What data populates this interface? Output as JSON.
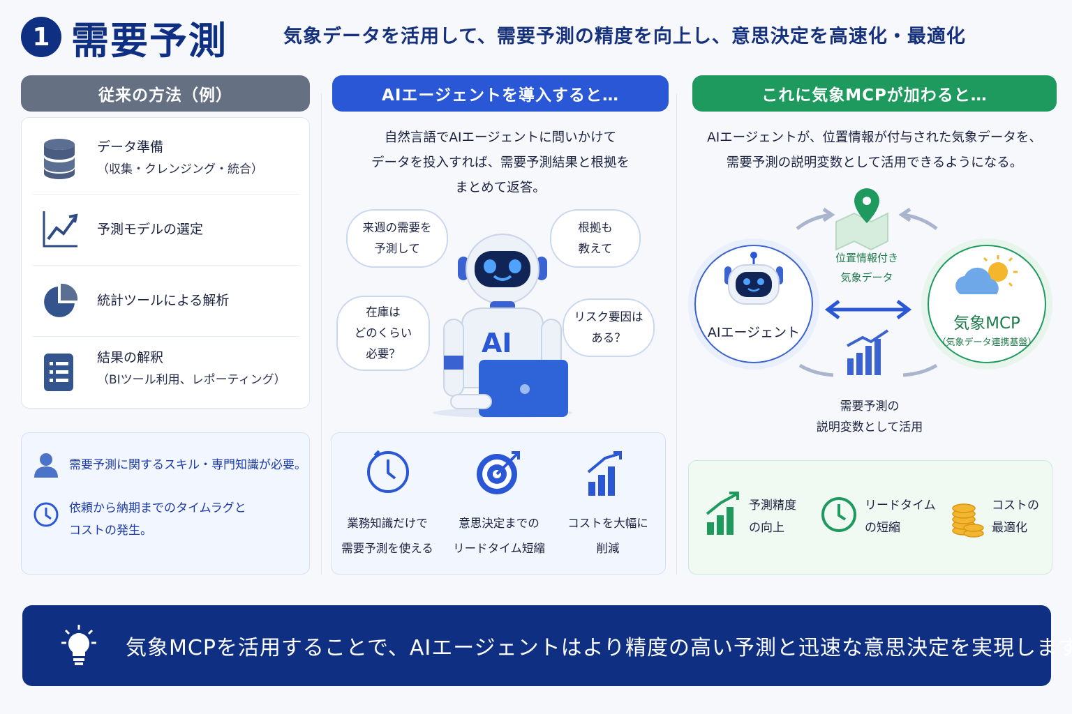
{
  "header": {
    "number": "1",
    "title": "需要予測",
    "subtitle": "気象データを活用して、需要予測の精度を向上し、意思決定を高速化・最適化"
  },
  "columns": {
    "traditional": {
      "heading": "従来の方法（例）",
      "steps": [
        {
          "icon": "database-icon",
          "line1": "データ準備",
          "line2": "（収集・クレンジング・統合）"
        },
        {
          "icon": "line-chart-icon",
          "line1": "予測モデルの選定",
          "line2": ""
        },
        {
          "icon": "pie-chart-icon",
          "line1": "統計ツールによる解析",
          "line2": ""
        },
        {
          "icon": "report-icon",
          "line1": "結果の解釈",
          "line2": "（BIツール利用、レポーティング）"
        }
      ],
      "issues": [
        {
          "icon": "person-icon",
          "text": "需要予測に関するスキル・専門知識が必要。"
        },
        {
          "icon": "clock-icon",
          "line1": "依頼から納期までのタイムラグと",
          "line2": "コストの発生。"
        }
      ]
    },
    "ai_agent": {
      "heading": "AIエージェントを導入すると…",
      "description": [
        "自然言語でAIエージェントに問いかけて",
        "データを投入すれば、需要予測結果と根拠を",
        "まとめて返答。"
      ],
      "bubbles": [
        {
          "line1": "来週の需要を",
          "line2": "予測して"
        },
        {
          "line1": "根拠も",
          "line2": "教えて"
        },
        {
          "line1": "在庫は",
          "line2": "どのくらい",
          "line3": "必要？"
        },
        {
          "line1": "リスク要因は",
          "line2": "ある？"
        }
      ],
      "robot_label": "AI",
      "benefits": [
        {
          "icon": "clock-icon",
          "line1": "業務知識だけで",
          "line2": "需要予測を使える"
        },
        {
          "icon": "target-icon",
          "line1": "意思決定までの",
          "line2": "リードタイム短縮"
        },
        {
          "icon": "bar-growth-icon",
          "line1": "コストを大幅に",
          "line2": "削減"
        }
      ]
    },
    "weather_mcp": {
      "heading": "これに気象MCPが加わると…",
      "description": [
        "AIエージェントが、位置情報が付与された気象データを、",
        "需要予測の説明変数として活用できるようになる。"
      ],
      "map_label": [
        "位置情報付き",
        "気象データ"
      ],
      "agent_label": "AIエージェント",
      "mcp_label": "気象MCP",
      "mcp_sub": "（気象データ連携基盤）",
      "chart_label": [
        "需要予測の",
        "説明変数として活用"
      ],
      "benefits": [
        {
          "icon": "growth-chart-icon",
          "line1": "予測精度",
          "line2": "の向上"
        },
        {
          "icon": "clock-icon",
          "line1": "リードタイム",
          "line2": "の短縮"
        },
        {
          "icon": "coins-icon",
          "line1": "コストの",
          "line2": "最適化"
        }
      ]
    }
  },
  "footer": {
    "icon": "lightbulb-icon",
    "text": "気象MCPを活用することで、AIエージェントはより精度の高い予測と迅速な意思決定を実現します。"
  },
  "colors": {
    "navy": "#0f2f83",
    "blue": "#2957d6",
    "green": "#1e9a5e",
    "gray": "#667083"
  }
}
